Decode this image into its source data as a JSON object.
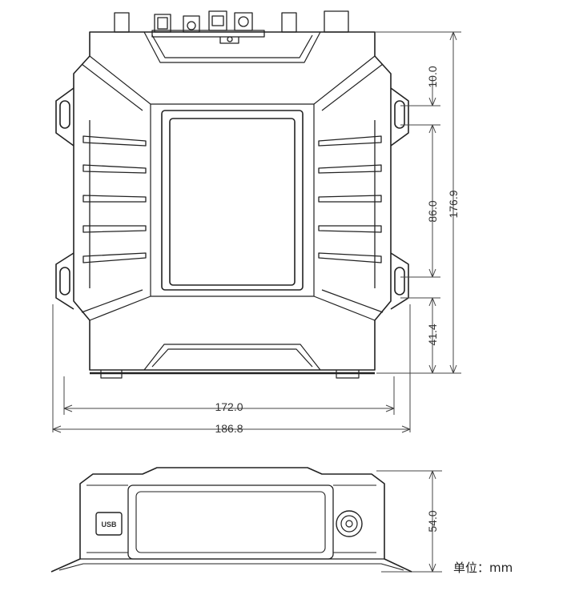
{
  "dimensions": {
    "inner_width": "172.0",
    "outer_width": "186.8",
    "hole_top_offset": "10.0",
    "hole_spacing": "86.0",
    "hole_bottom_offset": "41.4",
    "total_height": "176.9",
    "side_height": "54.0"
  },
  "side_view": {
    "usb_label": "USB"
  },
  "unit_label": "单位：mm",
  "colors": {
    "line": "#222222",
    "dim_line": "#444444"
  }
}
